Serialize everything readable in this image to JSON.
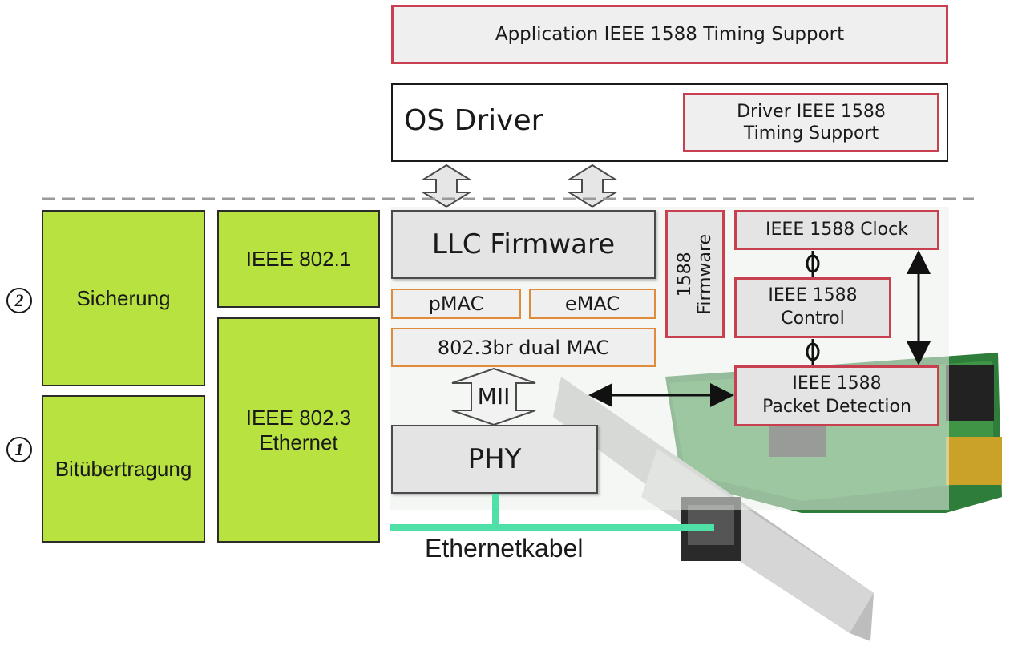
{
  "top": {
    "application_label": "Application IEEE 1588 Timing Support",
    "os_driver_label": "OS Driver",
    "driver_timing_line1": "Driver IEEE 1588",
    "driver_timing_line2": "Timing Support"
  },
  "osi_layers": {
    "layer2_number": "2",
    "layer1_number": "1",
    "sicherung": "Sicherung",
    "bituebertragung": "Bitübertragung",
    "ieee_8021": "IEEE 802.1",
    "ieee_8023_line1": "IEEE 802.3",
    "ieee_8023_line2": "Ethernet"
  },
  "mac_stack": {
    "llc_firmware": "LLC Firmware",
    "pmac": "pMAC",
    "emac": "eMAC",
    "dual_mac": "802.3br dual MAC",
    "mii": "MII",
    "phy": "PHY",
    "cable": "Ethernetkabel"
  },
  "ieee1588": {
    "firmware_line1": "1588",
    "firmware_line2": "Firmware",
    "clock": "IEEE 1588 Clock",
    "control_line1": "IEEE 1588",
    "control_line2": "Control",
    "packet_line1": "IEEE 1588",
    "packet_line2": "Packet Detection"
  },
  "colors": {
    "green_layer": "#b8e23f",
    "timing_border": "#c8404f",
    "mac_border": "#e08a3c",
    "cable": "#4fe0a8"
  }
}
